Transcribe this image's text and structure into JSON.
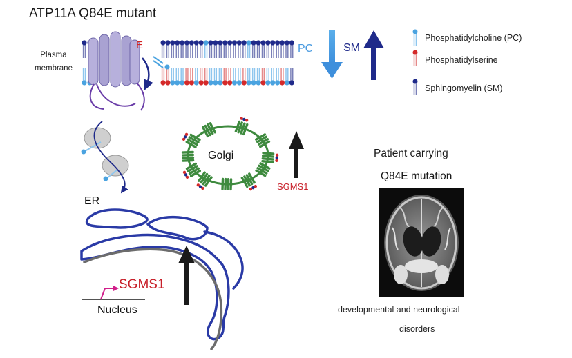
{
  "figure": {
    "title": "ATP11A Q84E mutant",
    "membrane_label_line1": "Plasma",
    "membrane_label_line2": "membrane",
    "mutation_residue": "E",
    "pc_label": "PC",
    "sm_label": "SM",
    "legend": [
      {
        "label": "Phosphatidylcholine (PC)",
        "color": "#4aa3e0"
      },
      {
        "label": "Phosphatidylserine",
        "color": "#d42a2a"
      },
      {
        "label": "Sphingomyelin (SM)",
        "color": "#1f2a8a"
      }
    ],
    "golgi_label": "Golgi",
    "golgi_enzyme": "SGMS1",
    "er_label": "ER",
    "nucleus_label": "Nucleus",
    "gene_label": "SGMS1",
    "patient_line1": "Patient carrying",
    "patient_line2": "Q84E mutation",
    "outcome_line1": "developmental and neurological",
    "outcome_line2": "disorders"
  },
  "colors": {
    "pc": "#4aa3e0",
    "ps": "#d42a2a",
    "sm": "#1f2a8a",
    "er": "#2a3aa6",
    "golgi_protein": "#3e8a3e",
    "transporter": "#a9a2d2",
    "promoter": "#d11e8a"
  },
  "membrane": {
    "outer_leaflet": [
      "SM",
      "SM",
      "SM",
      "SM",
      "SM",
      "SM",
      "SM",
      "SM",
      "SM",
      "SM",
      "SM",
      "PC",
      "SM",
      "SM",
      "SM",
      "SM",
      "SM",
      "SM",
      "SM",
      "SM",
      "PC",
      "SM",
      "SM",
      "SM",
      "SM",
      "SM",
      "SM",
      "SM",
      "SM",
      "SM"
    ],
    "inner_leaflet": [
      "PC",
      "PC",
      "PS",
      "PS",
      "PC",
      "PC",
      "PC",
      "PS",
      "PS",
      "PC",
      "PS",
      "PS",
      "PC",
      "PC",
      "PC",
      "PS",
      "PS",
      "PC",
      "PC",
      "PS",
      "PC",
      "PC",
      "PC",
      "PS",
      "PC",
      "PC",
      "PC",
      "PS",
      "PC",
      "SM"
    ]
  }
}
